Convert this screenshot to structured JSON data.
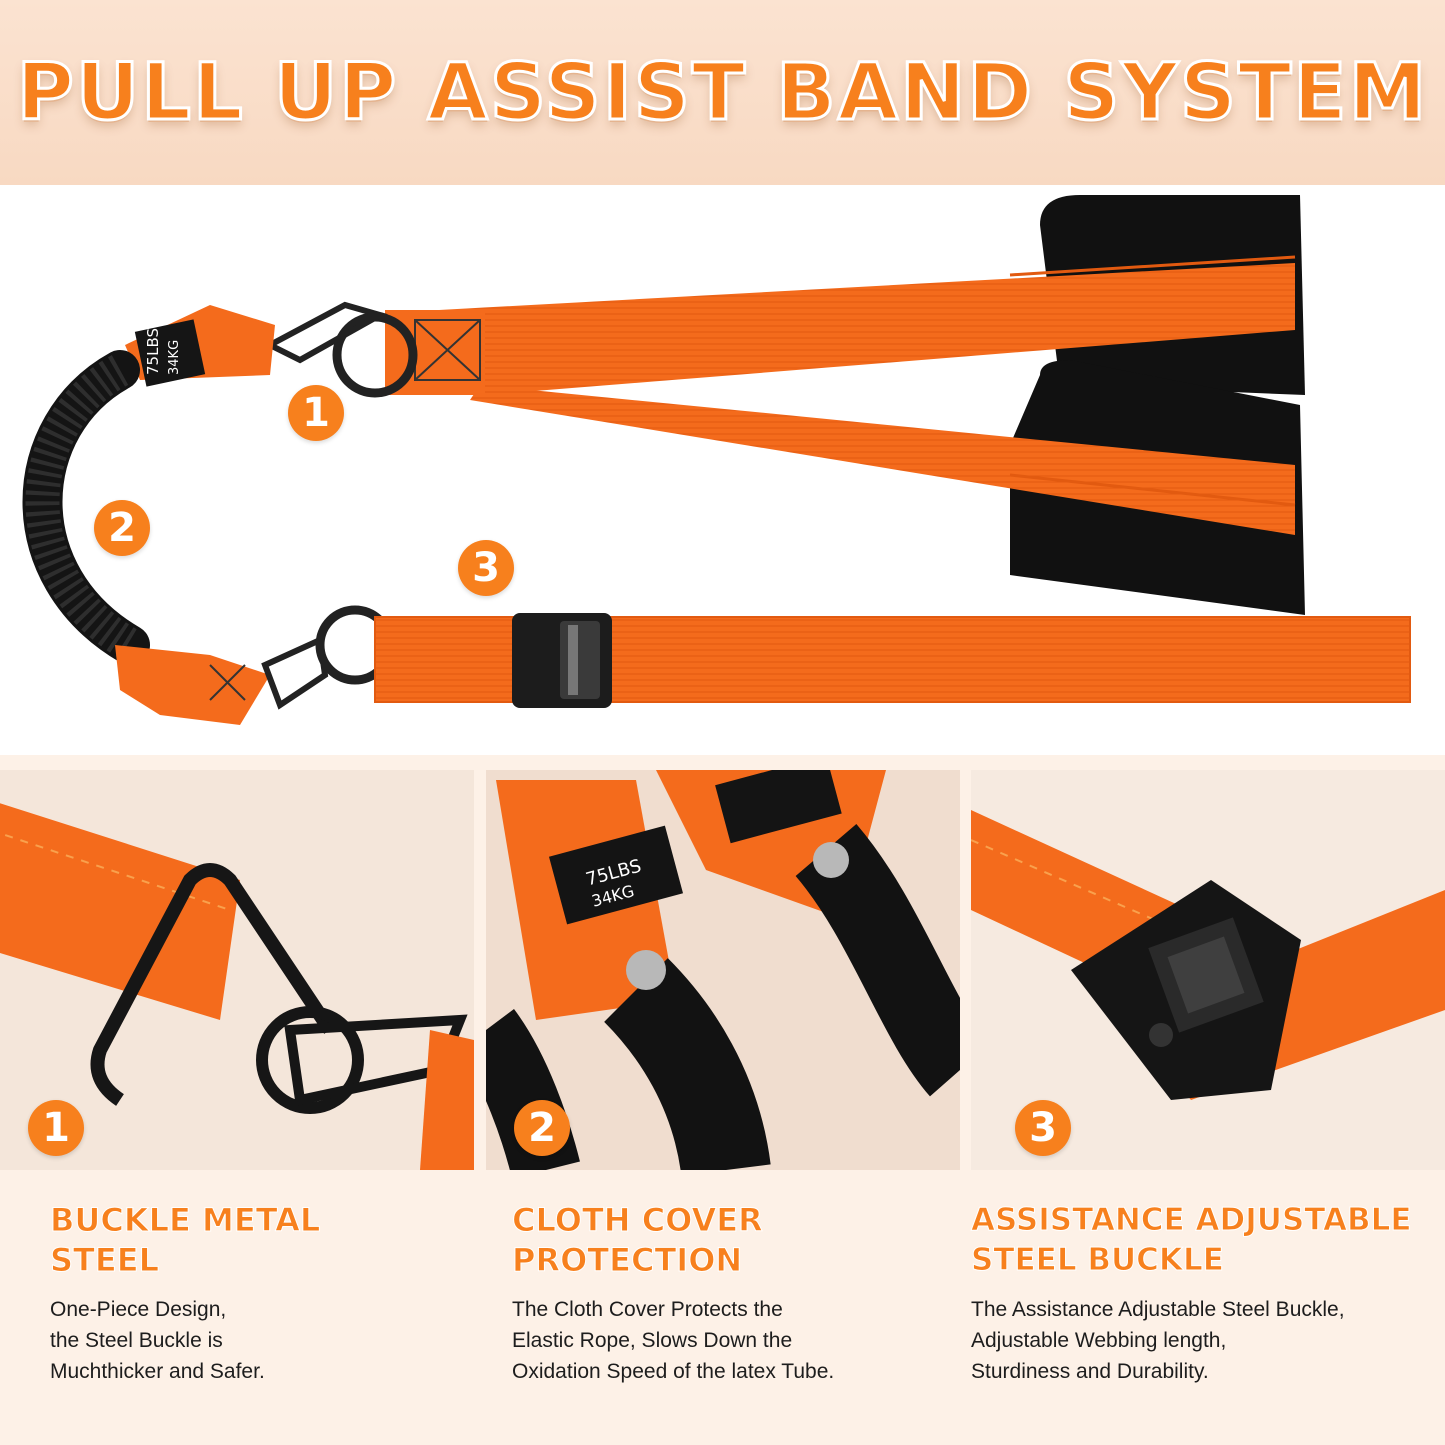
{
  "banner": {
    "title": "PULL UP ASSIST BAND SYSTEM"
  },
  "hero": {
    "band_label_top": "75LBS",
    "band_label_bottom": "34KG",
    "markers": [
      "1",
      "2",
      "3"
    ]
  },
  "panels": [
    {
      "marker": "1",
      "title_lines": [
        "BUCKLE METAL",
        "STEEL"
      ],
      "desc_lines": [
        "One-Piece Design,",
        "the Steel Buckle is",
        "Muchthicker and Safer."
      ]
    },
    {
      "marker": "2",
      "label_top": "75LBS",
      "label_bottom": "34KG",
      "title_lines": [
        "CLOTH COVER",
        "PROTECTION"
      ],
      "desc_lines": [
        "The Cloth Cover Protects the",
        "Elastic Rope, Slows Down the",
        "Oxidation Speed of the latex Tube."
      ]
    },
    {
      "marker": "3",
      "title_lines": [
        "ASSISTANCE ADJUSTABLE",
        "STEEL BUCKLE"
      ],
      "desc_lines": [
        "The Assistance Adjustable Steel Buckle,",
        "Adjustable Webbing length,",
        "Sturdiness and Durability."
      ]
    }
  ],
  "colors": {
    "accent": "#f7801d",
    "strap": "#f46b1c",
    "dark": "#1a1a1a"
  }
}
